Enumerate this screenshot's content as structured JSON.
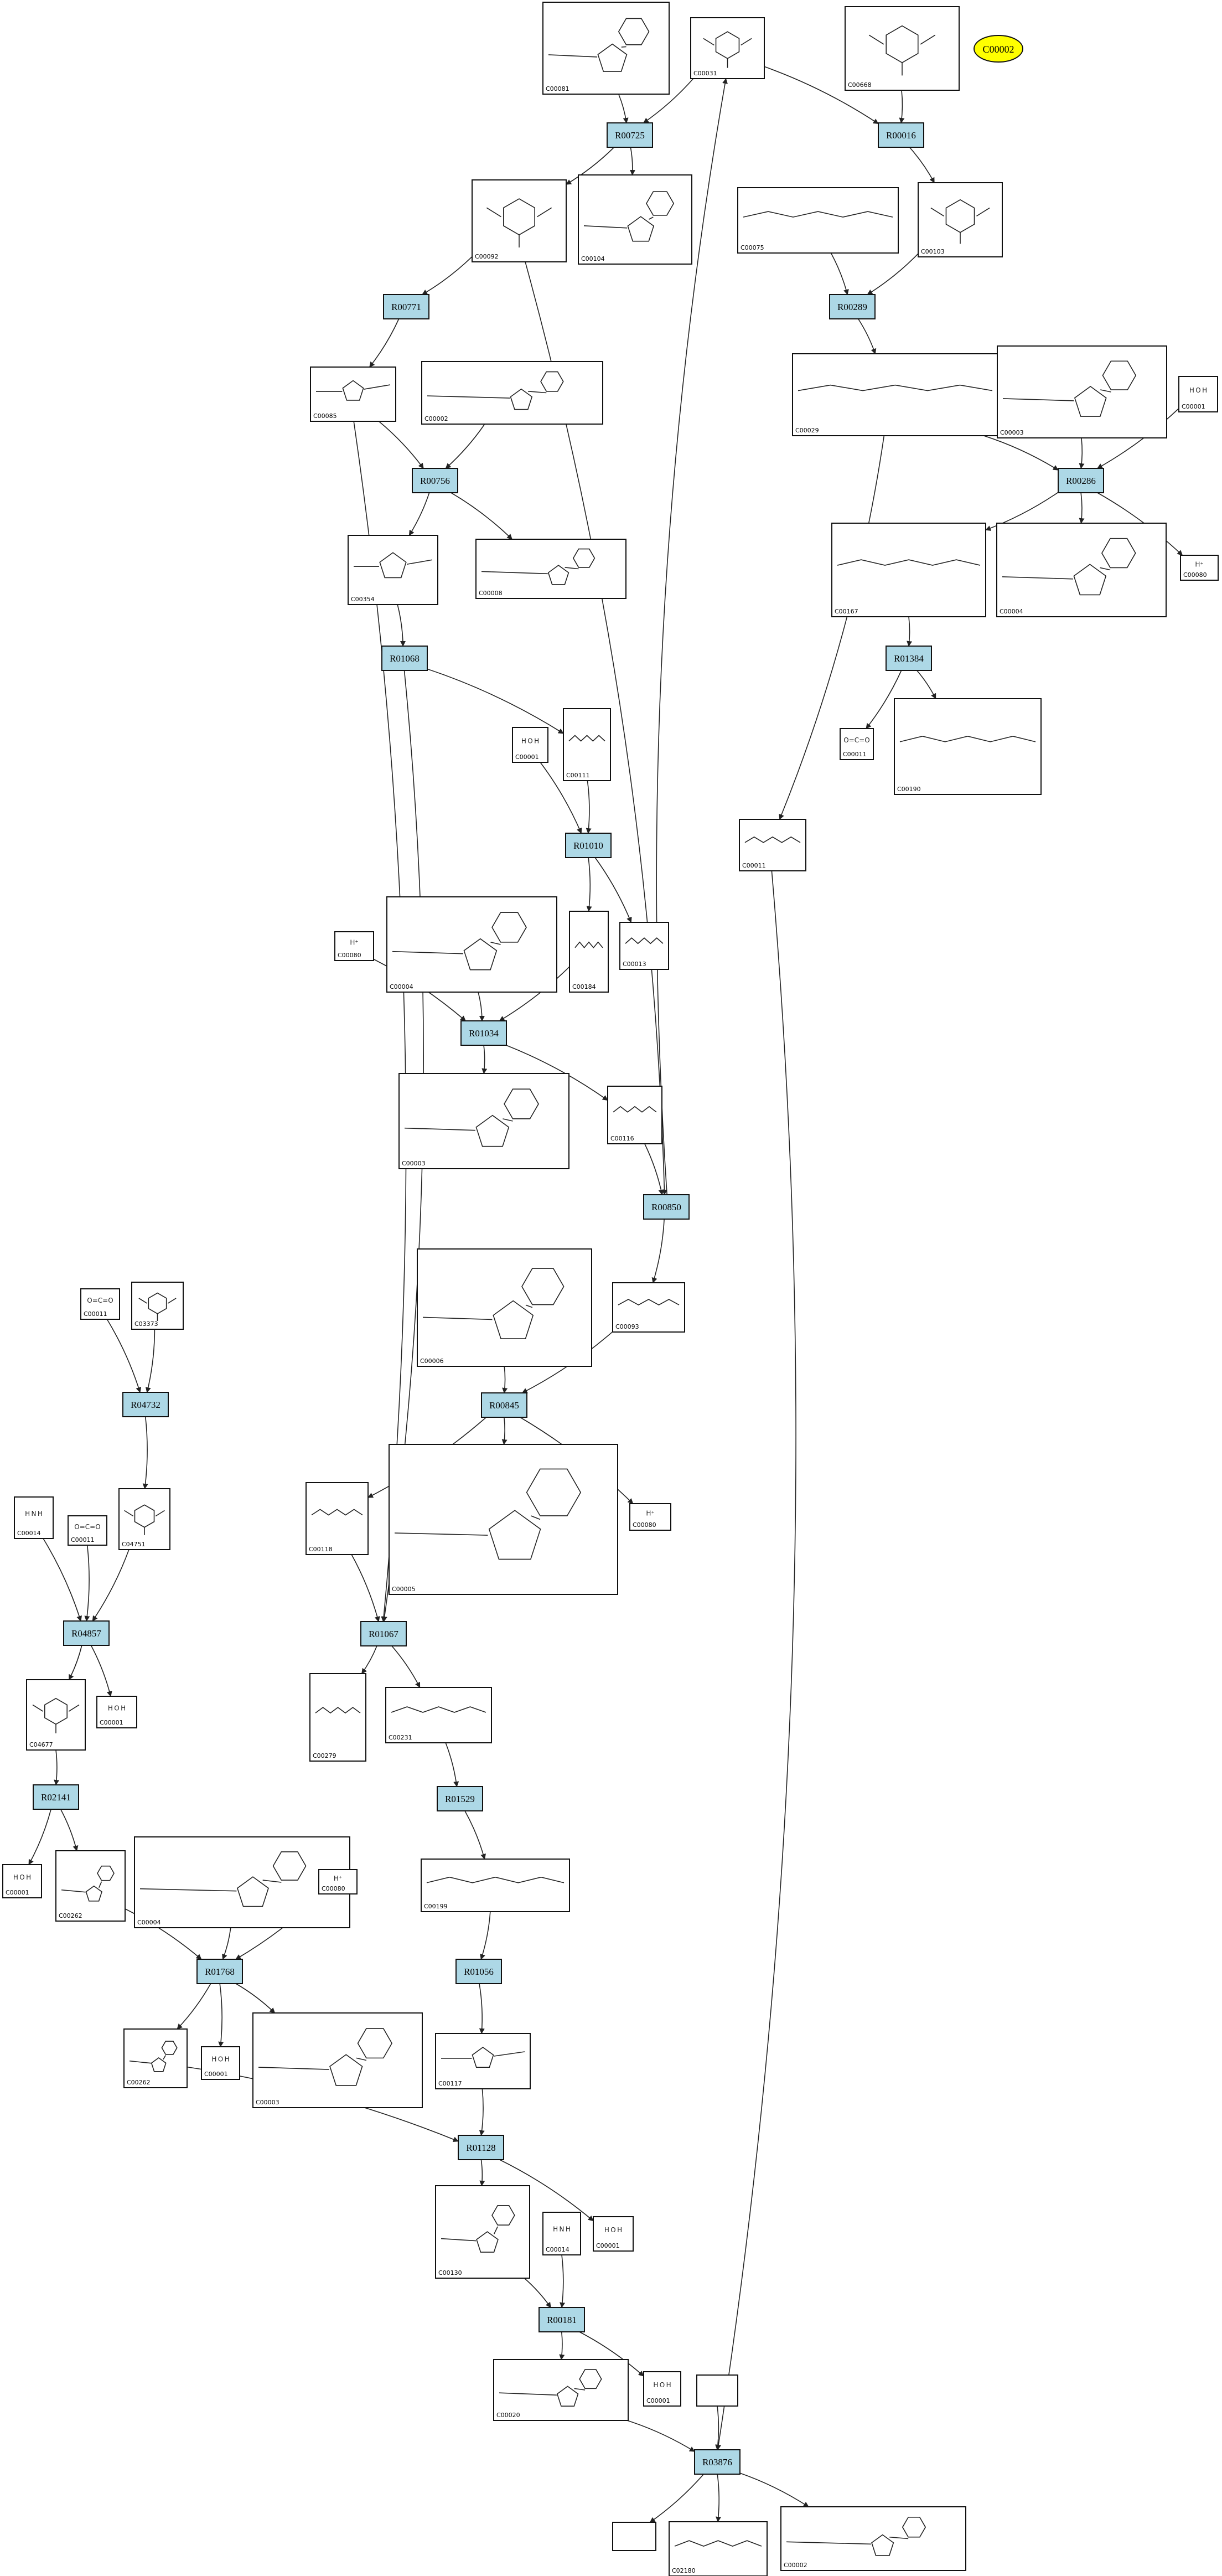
{
  "highlight": {
    "label": "C00002",
    "color": "#ffff00"
  },
  "colors": {
    "reaction_fill": "#add8e6",
    "compound_fill": "#ffffff",
    "line": "#222222"
  },
  "reactions": [
    {
      "id": "r00725",
      "label": "R00725"
    },
    {
      "id": "r00016",
      "label": "R00016"
    },
    {
      "id": "r00771",
      "label": "R00771"
    },
    {
      "id": "r00289",
      "label": "R00289"
    },
    {
      "id": "r00756",
      "label": "R00756"
    },
    {
      "id": "r00286",
      "label": "R00286"
    },
    {
      "id": "r01068",
      "label": "R01068"
    },
    {
      "id": "r01384",
      "label": "R01384"
    },
    {
      "id": "r01010",
      "label": "R01010"
    },
    {
      "id": "r01034",
      "label": "R01034"
    },
    {
      "id": "r00850",
      "label": "R00850"
    },
    {
      "id": "r04732",
      "label": "R04732"
    },
    {
      "id": "r00845",
      "label": "R00845"
    },
    {
      "id": "r04857",
      "label": "R04857"
    },
    {
      "id": "r01067",
      "label": "R01067"
    },
    {
      "id": "r02141",
      "label": "R02141"
    },
    {
      "id": "r01529",
      "label": "R01529"
    },
    {
      "id": "r01768",
      "label": "R01768"
    },
    {
      "id": "r01056",
      "label": "R01056"
    },
    {
      "id": "r01128",
      "label": "R01128"
    },
    {
      "id": "r00181",
      "label": "R00181"
    },
    {
      "id": "r03876",
      "label": "R03876"
    }
  ],
  "compounds": [
    {
      "id": "c_top_itp",
      "label": "C00081",
      "mol": "ring"
    },
    {
      "id": "c_top_glc",
      "label": "C00031",
      "mol": "hex"
    },
    {
      "id": "c_top_g6p",
      "label": "C00668",
      "mol": "hex"
    },
    {
      "id": "c_g6p",
      "label": "C00092",
      "mol": "hex"
    },
    {
      "id": "c_idp",
      "label": "C00104",
      "mol": "ring"
    },
    {
      "id": "c_f6p_a",
      "label": "C00103",
      "mol": "hex"
    },
    {
      "id": "c_udp",
      "label": "C00075",
      "mol": "chain"
    },
    {
      "id": "c_f6p",
      "label": "C00085",
      "mol": "pent"
    },
    {
      "id": "c_atp",
      "label": "C00002",
      "mol": "ring"
    },
    {
      "id": "c_udpg",
      "label": "C00029",
      "mol": "chain"
    },
    {
      "id": "c_nad",
      "label": "C00003",
      "mol": "ring"
    },
    {
      "id": "c_h2o_a",
      "label": "C00001",
      "mol": "small",
      "text": "H O H"
    },
    {
      "id": "c_fbp",
      "label": "C00354",
      "mol": "pent"
    },
    {
      "id": "c_adp",
      "label": "C00008",
      "mol": "ring"
    },
    {
      "id": "c_udpga",
      "label": "C00167",
      "mol": "chain"
    },
    {
      "id": "c_nadh_a",
      "label": "C00004",
      "mol": "ring"
    },
    {
      "id": "c_h_a",
      "label": "C00080",
      "mol": "small",
      "text": "H⁺"
    },
    {
      "id": "c_co2_a",
      "label": "C00011",
      "mol": "small",
      "text": "O=C=O"
    },
    {
      "id": "c_udpx",
      "label": "C00190",
      "mol": "chain"
    },
    {
      "id": "c_h2o_b",
      "label": "C00001",
      "mol": "small",
      "text": "H O H"
    },
    {
      "id": "c_g3p",
      "label": "C00111",
      "mol": "chain"
    },
    {
      "id": "c_glyc_a",
      "label": "C00118",
      "mol": "chain"
    },
    {
      "id": "c_pi",
      "label": "C00013",
      "mol": "chain"
    },
    {
      "id": "c_h_b",
      "label": "C00080",
      "mol": "small",
      "text": "H⁺"
    },
    {
      "id": "c_nadh_b",
      "label": "C00004",
      "mol": "ring"
    },
    {
      "id": "c_dhap",
      "label": "C00184",
      "mol": "chain"
    },
    {
      "id": "c_nad_b",
      "label": "C00003",
      "mol": "ring"
    },
    {
      "id": "c_glycerol",
      "label": "C00116",
      "mol": "chain"
    },
    {
      "id": "c_r5p",
      "label": "C00117",
      "mol": "chain"
    },
    {
      "id": "c_nadp",
      "label": "C00006",
      "mol": "ring"
    },
    {
      "id": "c_glyp",
      "label": "C00093",
      "mol": "chain"
    },
    {
      "id": "c_co2_b",
      "label": "C00011",
      "mol": "small",
      "text": "O=C=O"
    },
    {
      "id": "c_air",
      "label": "C03373",
      "mol": "hex"
    },
    {
      "id": "c_nadph",
      "label": "C00005",
      "mol": "ring"
    },
    {
      "id": "c_nh3_a",
      "label": "C00014",
      "mol": "small",
      "text": "H N H"
    },
    {
      "id": "c_co2_c",
      "label": "C00011",
      "mol": "small",
      "text": "O=C=O"
    },
    {
      "id": "c_cair",
      "label": "C04751",
      "mol": "hex"
    },
    {
      "id": "c_ga3p",
      "label": "C00118",
      "mol": "chain"
    },
    {
      "id": "c_h_c",
      "label": "C00080",
      "mol": "small",
      "text": "H⁺"
    },
    {
      "id": "c_aicar",
      "label": "C04677",
      "mol": "hex"
    },
    {
      "id": "c_h2o_c",
      "label": "C00001",
      "mol": "small",
      "text": "H O H"
    },
    {
      "id": "c_e4p",
      "label": "C00279",
      "mol": "chain"
    },
    {
      "id": "c_xu5p",
      "label": "C00231",
      "mol": "chain"
    },
    {
      "id": "c_h2o_d",
      "label": "C00001",
      "mol": "small",
      "text": "H O H"
    },
    {
      "id": "c_hx",
      "label": "C00262",
      "mol": "ring"
    },
    {
      "id": "c_nadh_c",
      "label": "C00004",
      "mol": "ring"
    },
    {
      "id": "c_h_d",
      "label": "C00080",
      "mol": "small",
      "text": "H⁺"
    },
    {
      "id": "c_ru5p",
      "label": "C00199",
      "mol": "chain"
    },
    {
      "id": "c_hx2",
      "label": "C00262",
      "mol": "ring"
    },
    {
      "id": "c_h2o_e",
      "label": "C00001",
      "mol": "small",
      "text": "H O H"
    },
    {
      "id": "c_nad_c",
      "label": "C00003",
      "mol": "ring"
    },
    {
      "id": "c_r5p_b",
      "label": "C00117",
      "mol": "pent"
    },
    {
      "id": "c_ino",
      "label": "C00130",
      "mol": "ring"
    },
    {
      "id": "c_h2o_f",
      "label": "C00001",
      "mol": "small",
      "text": "H O H"
    },
    {
      "id": "c_nh3_b",
      "label": "C00014",
      "mol": "small",
      "text": "H N H"
    },
    {
      "id": "c_amp",
      "label": "C00020",
      "mol": "ring"
    },
    {
      "id": "c_h2o_g",
      "label": "C00001",
      "mol": "small",
      "text": "H O H"
    },
    {
      "id": "c_empty_a",
      "label": "",
      "mol": "none"
    },
    {
      "id": "c_empty_b",
      "label": "",
      "mol": "none"
    },
    {
      "id": "c_arg",
      "label": "C02180",
      "mol": "chain"
    },
    {
      "id": "c_atp_b",
      "label": "C00002",
      "mol": "ring"
    },
    {
      "id": "c_pyr",
      "label": "C00011",
      "mol": "chain"
    }
  ]
}
